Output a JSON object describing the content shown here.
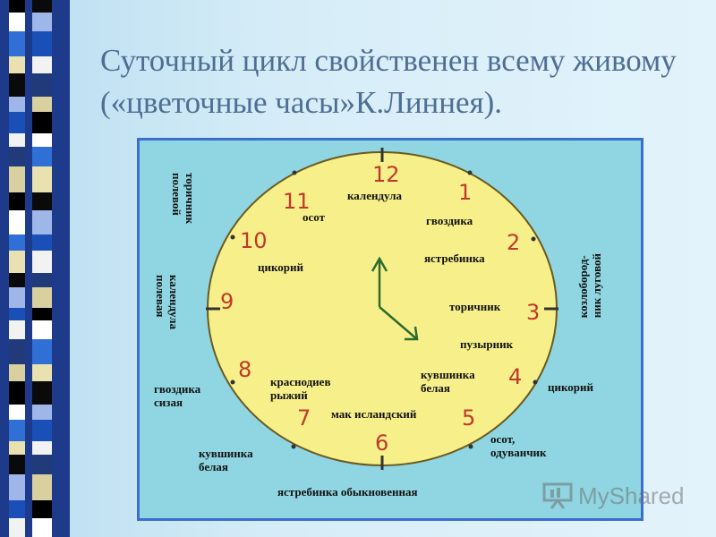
{
  "slide": {
    "title": "Суточный цикл свойственен всему живому («цветочные часы»К.Линнея)."
  },
  "clock": {
    "numbers": [
      "12",
      "1",
      "2",
      "3",
      "4",
      "5",
      "6",
      "7",
      "8",
      "9",
      "10",
      "11"
    ],
    "inner_labels": {
      "calendula": "календула",
      "osot": "осот",
      "gvozdika": "гвоздика",
      "yastrebinka": "ястребинка",
      "tsikoriy": "цикорий",
      "torichnik": "торичник",
      "puzyrnik": "пузырник",
      "kuvshinka": "кувшинка\nбелая",
      "krasnodnev": "краснодиев\nрыжий",
      "mak": "мак исландский"
    },
    "outer_labels": {
      "torichnik_polevoy": "торичник\nполевой",
      "calendula_polevaya": "календула\nполевая",
      "gvozdika_sizaya": "гвоздика\nсизая",
      "kuvshinka_belaya": "кувшинка\nбелая",
      "yastrebinka_obyknovennaya": "ястребинка обыкновенная",
      "osot_oduvanchik": "осот,\nодуванчик",
      "tsikoriy": "цикорий",
      "kozlobrodnik": "козлобород-\nник луговой"
    }
  },
  "watermark": {
    "text": "MyShared"
  },
  "colors": {
    "title": "#4f6e93",
    "panel": "#8fd6e2",
    "clock_face": "#f7f08a",
    "numbers": "#c0392b",
    "border": "#3a6fd0"
  }
}
